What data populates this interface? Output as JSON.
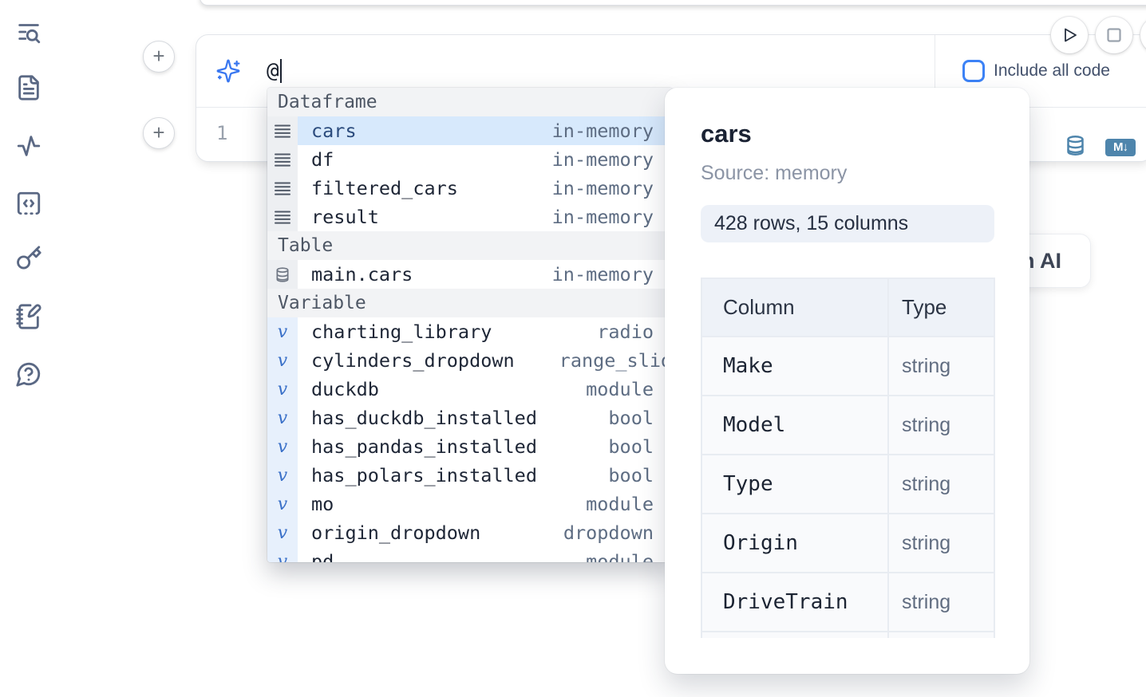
{
  "sidebar": {
    "icons": [
      {
        "name": "list-search-icon"
      },
      {
        "name": "file-text-icon"
      },
      {
        "name": "activity-icon"
      },
      {
        "name": "code-snippets-icon"
      },
      {
        "name": "key-icon"
      },
      {
        "name": "notebook-pen-icon"
      },
      {
        "name": "help-chat-icon"
      }
    ]
  },
  "prompt": {
    "value": "@",
    "include_all_code_label": "Include all code",
    "include_all_code_checked": false,
    "sparkle_icon": "ai-sparkles-icon"
  },
  "cell": {
    "line_number": "1",
    "actions": [
      {
        "icon": "database-icon"
      },
      {
        "icon": "markdown-badge",
        "label": "M↓"
      }
    ],
    "run_controls": [
      {
        "icon": "play-icon"
      },
      {
        "icon": "stop-icon"
      },
      {
        "icon": "partial-circle"
      }
    ]
  },
  "ai_button": {
    "label": "with AI"
  },
  "dropdown": {
    "rows": [
      {
        "kind": "section",
        "label": "Dataframe"
      },
      {
        "kind": "item",
        "icon": "rows",
        "name": "cars",
        "type": "in-memory",
        "selected": true
      },
      {
        "kind": "item",
        "icon": "rows",
        "name": "df",
        "type": "in-memory"
      },
      {
        "kind": "item",
        "icon": "rows",
        "name": "filtered_cars",
        "type": "in-memory"
      },
      {
        "kind": "item",
        "icon": "rows",
        "name": "result",
        "type": "in-memory"
      },
      {
        "kind": "section",
        "label": "Table"
      },
      {
        "kind": "item",
        "icon": "db",
        "name": "main.cars",
        "type": "in-memory"
      },
      {
        "kind": "section",
        "label": "Variable"
      },
      {
        "kind": "item",
        "icon": "var",
        "name": "charting_library",
        "type": "radio"
      },
      {
        "kind": "item",
        "icon": "var",
        "name": "cylinders_dropdown",
        "type": "range_slider",
        "long": true
      },
      {
        "kind": "item",
        "icon": "var",
        "name": "duckdb",
        "type": "module"
      },
      {
        "kind": "item",
        "icon": "var",
        "name": "has_duckdb_installed",
        "type": "bool"
      },
      {
        "kind": "item",
        "icon": "var",
        "name": "has_pandas_installed",
        "type": "bool"
      },
      {
        "kind": "item",
        "icon": "var",
        "name": "has_polars_installed",
        "type": "bool"
      },
      {
        "kind": "item",
        "icon": "var",
        "name": "mo",
        "type": "module"
      },
      {
        "kind": "item",
        "icon": "var",
        "name": "origin_dropdown",
        "type": "dropdown"
      },
      {
        "kind": "item",
        "icon": "var",
        "name": "pd",
        "type": "module",
        "clipped": true
      }
    ]
  },
  "preview": {
    "title": "cars",
    "source": "Source: memory",
    "shape_badge": "428 rows, 15 columns",
    "table": {
      "headers": [
        "Column",
        "Type"
      ],
      "rows": [
        [
          "Make",
          "string"
        ],
        [
          "Model",
          "string"
        ],
        [
          "Type",
          "string"
        ],
        [
          "Origin",
          "string"
        ],
        [
          "DriveTrain",
          "string"
        ]
      ],
      "has_clipped_row": true
    }
  },
  "colors": {
    "accent_blue": "#3c82f6",
    "selection_blue": "#d7e9fc",
    "steel_blue": "#4e85ac",
    "sidebar_icon": "#5a6884"
  }
}
